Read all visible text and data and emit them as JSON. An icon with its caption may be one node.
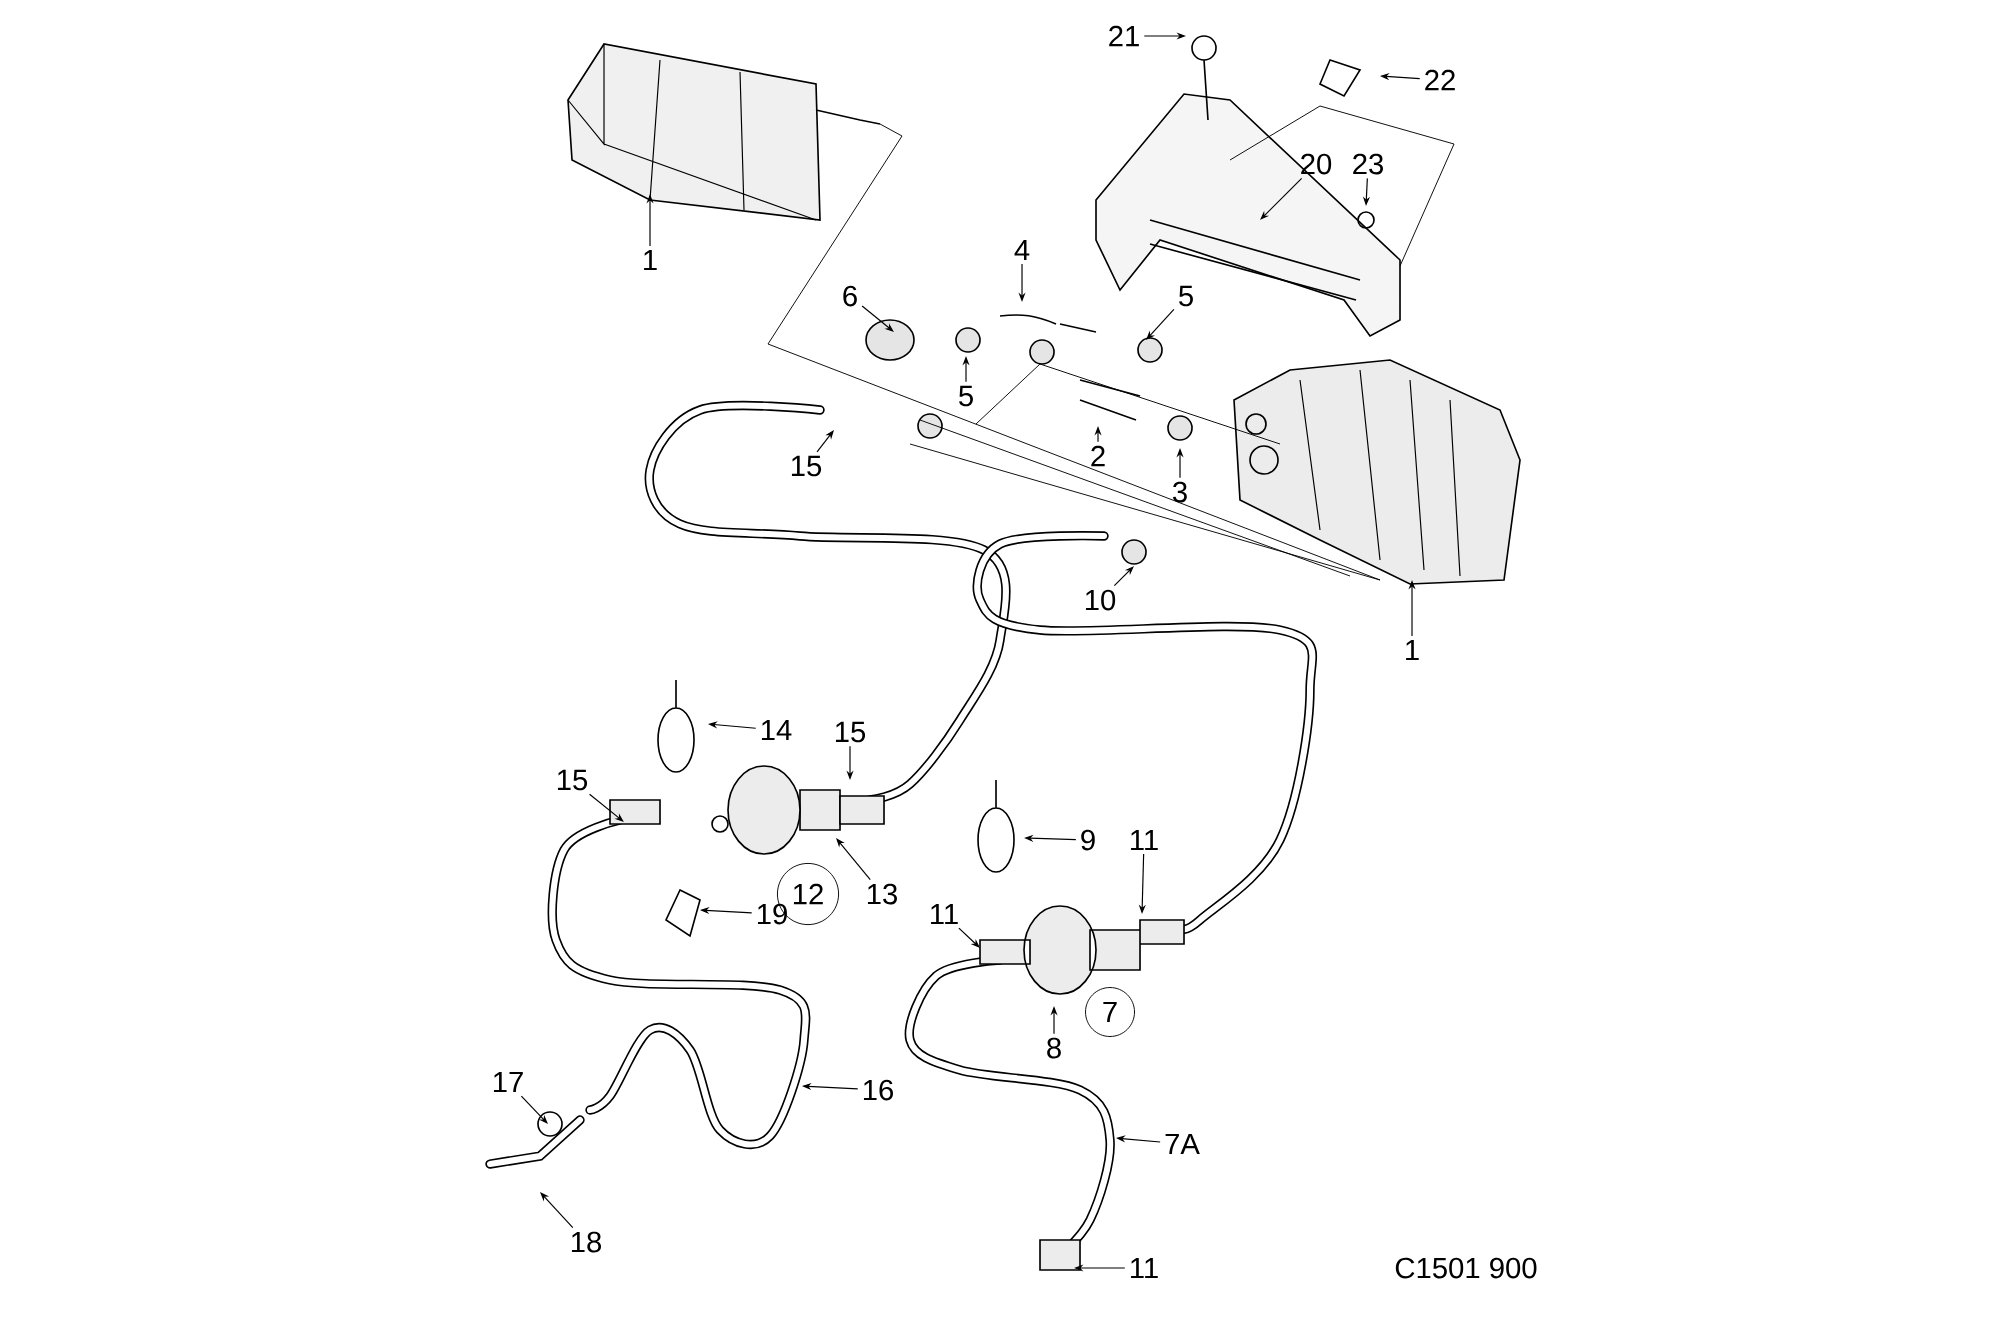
{
  "diagram": {
    "nodes": [
      {
        "text": [
          "1"
        ]
      },
      {
        "text": [
          "21"
        ]
      },
      {
        "text": [
          "22"
        ]
      },
      {
        "text": [
          "20"
        ]
      },
      {
        "text": [
          "23"
        ]
      },
      {
        "text": [
          "4"
        ]
      },
      {
        "text": [
          "6"
        ]
      },
      {
        "text": [
          "5"
        ]
      },
      {
        "text": [
          "5"
        ]
      },
      {
        "text": [
          "15"
        ]
      },
      {
        "text": [
          "2"
        ]
      },
      {
        "text": [
          "3"
        ]
      },
      {
        "text": [
          "10"
        ]
      },
      {
        "text": [
          "1"
        ]
      },
      {
        "text": [
          "14"
        ]
      },
      {
        "text": [
          "15"
        ]
      },
      {
        "text": [
          "15"
        ]
      },
      {
        "text": [
          "12"
        ]
      },
      {
        "text": [
          "13"
        ]
      },
      {
        "text": [
          "19"
        ]
      },
      {
        "text": [
          "9"
        ]
      },
      {
        "text": [
          "11"
        ]
      },
      {
        "text": [
          "11"
        ]
      },
      {
        "text": [
          "8"
        ]
      },
      {
        "text": [
          "7"
        ]
      },
      {
        "text": [
          "16"
        ]
      },
      {
        "text": [
          "7A"
        ]
      },
      {
        "text": [
          "17"
        ]
      },
      {
        "text": [
          "18"
        ]
      },
      {
        "text": [
          "11"
        ]
      }
    ],
    "edges": [
      {
        "from": 0,
        "to": null,
        "arrow": "to"
      },
      {
        "from": 1,
        "to": null,
        "arrow": "to"
      },
      {
        "from": 2,
        "to": null,
        "arrow": "to"
      },
      {
        "from": 3,
        "to": null,
        "arrow": "to"
      },
      {
        "from": 4,
        "to": null,
        "arrow": "to"
      },
      {
        "from": 5,
        "to": null,
        "arrow": "to"
      },
      {
        "from": 6,
        "to": null,
        "arrow": "to"
      },
      {
        "from": 7,
        "to": null,
        "arrow": "to"
      },
      {
        "from": 8,
        "to": null,
        "arrow": "to"
      },
      {
        "from": 9,
        "to": null,
        "arrow": "to"
      },
      {
        "from": 10,
        "to": null,
        "arrow": "to"
      },
      {
        "from": 11,
        "to": null,
        "arrow": "to"
      },
      {
        "from": 12,
        "to": null,
        "arrow": "to"
      },
      {
        "from": 13,
        "to": null,
        "arrow": "to"
      },
      {
        "from": 14,
        "to": null,
        "arrow": "to"
      },
      {
        "from": 15,
        "to": null,
        "arrow": "to"
      },
      {
        "from": 16,
        "to": null,
        "arrow": "to"
      },
      {
        "from": 18,
        "to": null,
        "arrow": "to"
      },
      {
        "from": 19,
        "to": null,
        "arrow": "to"
      },
      {
        "from": 20,
        "to": null,
        "arrow": "to"
      },
      {
        "from": 21,
        "to": null,
        "arrow": "to"
      },
      {
        "from": 22,
        "to": null,
        "arrow": "to"
      },
      {
        "from": 23,
        "to": null,
        "arrow": "to"
      },
      {
        "from": 25,
        "to": null,
        "arrow": "to"
      },
      {
        "from": 26,
        "to": null,
        "arrow": "to"
      },
      {
        "from": 27,
        "to": null,
        "arrow": "to"
      },
      {
        "from": 28,
        "to": null,
        "arrow": "to"
      },
      {
        "from": 29,
        "to": null,
        "arrow": "to"
      }
    ],
    "labels": [
      "C1501 900"
    ]
  }
}
